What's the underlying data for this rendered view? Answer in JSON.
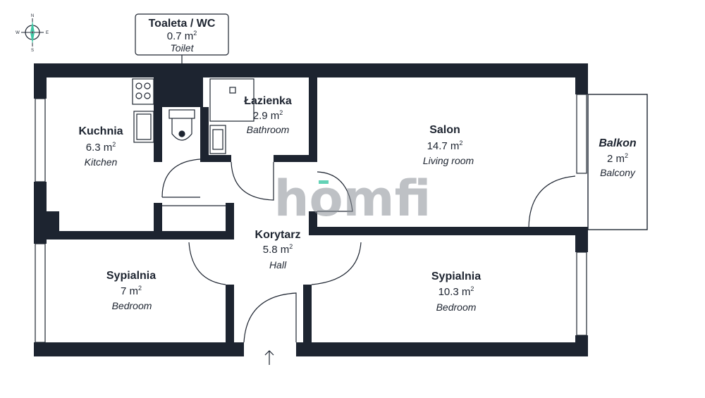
{
  "compass": {
    "north": "N",
    "south": "S",
    "east": "E",
    "west": "W"
  },
  "watermark": "homfi",
  "colors": {
    "wall": "#1d2430",
    "line": "#1d2430",
    "accent": "#3cc7a4",
    "background": "#ffffff"
  },
  "rooms": {
    "toilet": {
      "name": "Toaleta / WC",
      "area_value": "0.7 m",
      "area_sup": "2",
      "english": "Toilet"
    },
    "kitchen": {
      "name": "Kuchnia",
      "area_value": "6.3 m",
      "area_sup": "2",
      "english": "Kitchen"
    },
    "bathroom": {
      "name": "Łazienka",
      "area_value": "2.9 m",
      "area_sup": "2",
      "english": "Bathroom"
    },
    "living_room": {
      "name": "Salon",
      "area_value": "14.7 m",
      "area_sup": "2",
      "english": "Living room"
    },
    "balcony": {
      "name": "Balkon",
      "area_value": "2 m",
      "area_sup": "2",
      "english": "Balcony"
    },
    "hall": {
      "name": "Korytarz",
      "area_value": "5.8 m",
      "area_sup": "2",
      "english": "Hall"
    },
    "bedroom_small": {
      "name": "Sypialnia",
      "area_value": "7 m",
      "area_sup": "2",
      "english": "Bedroom"
    },
    "bedroom_large": {
      "name": "Sypialnia",
      "area_value": "10.3 m",
      "area_sup": "2",
      "english": "Bedroom"
    }
  }
}
